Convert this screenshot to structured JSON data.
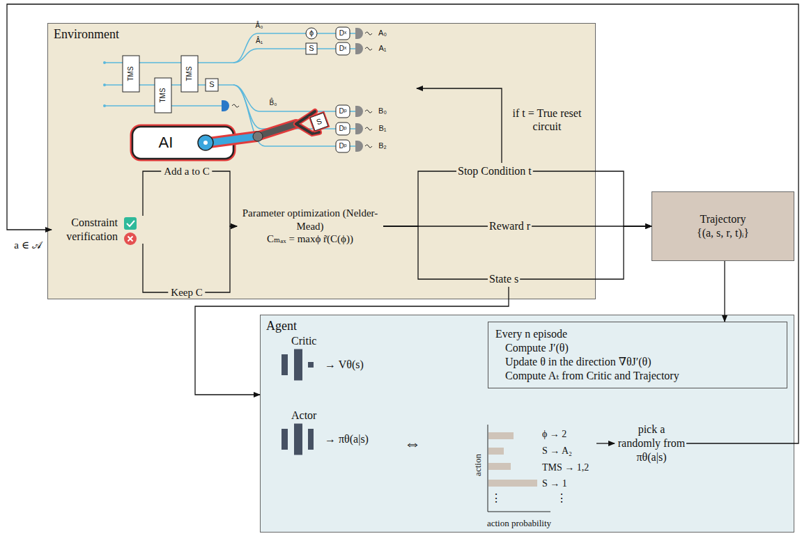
{
  "diagram": {
    "nodes": [
      {
        "text": [
          "Environment"
        ]
      },
      {
        "text": [
          "Constraint verification"
        ],
        "in": 0
      },
      {
        "text": [
          "Parameter optimization (Nelder-Mead)",
          "Cₘₐₓ = maxϕ r̃(C(ϕ))"
        ],
        "in": 0
      },
      {
        "text": [
          "Stop Condition t"
        ],
        "in": 0
      },
      {
        "text": [
          "Reward r"
        ],
        "in": 0
      },
      {
        "text": [
          "State s"
        ],
        "in": 0
      },
      {
        "text": [
          "Trajectory",
          "{(a, s, r, t)ᵢ}"
        ]
      },
      {
        "text": [
          "Agent"
        ]
      },
      {
        "text": [
          "Critic",
          "→ Vθ(s)"
        ],
        "in": 7
      },
      {
        "text": [
          "Actor",
          "→ πθ(a|s)"
        ],
        "in": 7
      },
      {
        "text": [
          "Every n episode",
          "Compute J′(θ)",
          "Update θ in the direction ∇θJ′(θ)",
          "Compute Aₜ from Critic and Trajectory"
        ],
        "in": 7
      },
      {
        "text": [
          "pick a randomly from πθ(a|s)"
        ],
        "in": 7
      }
    ],
    "edges": [
      {
        "from": 1,
        "to": 2,
        "label": "Add a to C",
        "arrow": "to"
      },
      {
        "from": 1,
        "to": 2,
        "label": "Keep C",
        "arrow": "to"
      },
      {
        "from": 2,
        "to": 3,
        "arrow": "none"
      },
      {
        "from": 2,
        "to": 4,
        "arrow": "none"
      },
      {
        "from": 2,
        "to": 5,
        "arrow": "none"
      },
      {
        "from": 3,
        "to": 6,
        "arrow": "to"
      },
      {
        "from": 4,
        "to": 6,
        "arrow": "to"
      },
      {
        "from": 5,
        "to": 6,
        "arrow": "to"
      },
      {
        "from": 5,
        "to": 7,
        "arrow": "to"
      },
      {
        "from": 6,
        "to": 10,
        "arrow": "to"
      },
      {
        "from": 11,
        "to": 1,
        "label": "a ∈ 𝒜",
        "arrow": "to"
      }
    ],
    "labels": [
      "TMS",
      "TMS",
      "TMS",
      "S",
      "Â₀",
      "Â₁",
      "ϕ",
      "S",
      "Dˣ",
      "Dˣ",
      "A₀",
      "A₁",
      "B̂₀",
      "Dᵖ",
      "Dᵖ",
      "Dᵖ",
      "B₀",
      "B₁",
      "B₂",
      "AI",
      "S",
      "if t = True reset circuit",
      "⇔",
      "ϕ → 2",
      "S → A₂",
      "TMS → 1,2",
      "S → 1",
      "⋮",
      "⋮",
      "action",
      "action probability"
    ]
  }
}
